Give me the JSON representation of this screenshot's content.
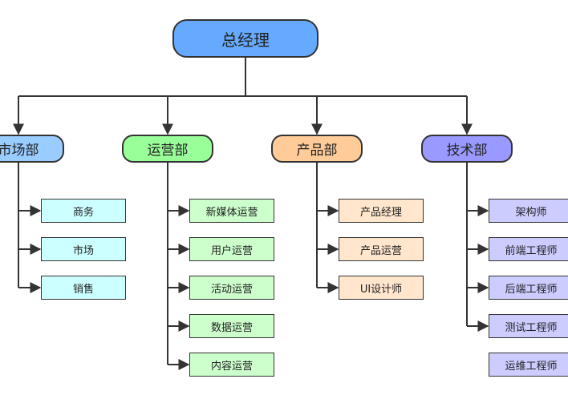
{
  "root": {
    "label": "总经理",
    "color": "#66aaff"
  },
  "departments": [
    {
      "label": "市场部",
      "color": "#99ccff",
      "leaf_color": "#ccffff",
      "items": [
        "商务",
        "市场",
        "销售"
      ]
    },
    {
      "label": "运营部",
      "color": "#99ff99",
      "leaf_color": "#ccffcc",
      "items": [
        "新媒体运营",
        "用户运营",
        "活动运营",
        "数据运营",
        "内容运营"
      ]
    },
    {
      "label": "产品部",
      "color": "#ffcc99",
      "leaf_color": "#ffe6cc",
      "items": [
        "产品经理",
        "产品运营",
        "UI设计师"
      ]
    },
    {
      "label": "技术部",
      "color": "#9999ff",
      "leaf_color": "#ccccff",
      "items": [
        "架构师",
        "前端工程师",
        "后端工程师",
        "测试工程师",
        "运维工程师"
      ]
    }
  ]
}
